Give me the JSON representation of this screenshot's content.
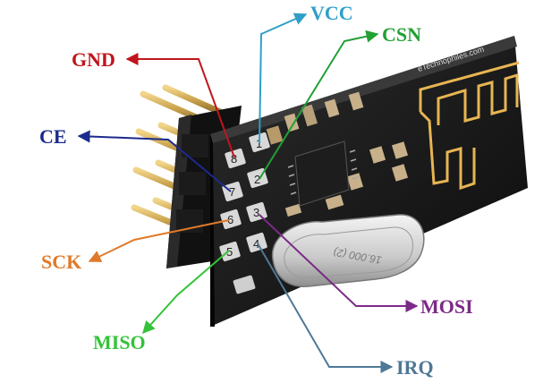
{
  "board": {
    "brand_text": "eTechnophiles.com",
    "crystal_text": "16.000 (2)"
  },
  "pins": [
    {
      "id": "gnd",
      "label": "GND",
      "number": "8",
      "color": "#c0151b"
    },
    {
      "id": "vcc",
      "label": "VCC",
      "number": "1",
      "color": "#2f9fc8"
    },
    {
      "id": "csn",
      "label": "CSN",
      "number": "2",
      "color": "#22a034"
    },
    {
      "id": "ce",
      "label": "CE",
      "number": "7",
      "color": "#1c2a8c"
    },
    {
      "id": "sck",
      "label": "SCK",
      "number": "6",
      "color": "#e07a2a"
    },
    {
      "id": "mosi",
      "label": "MOSI",
      "number": "3",
      "color": "#7b2a87"
    },
    {
      "id": "miso",
      "label": "MISO",
      "number": "5",
      "color": "#35c23a"
    },
    {
      "id": "irq",
      "label": "IRQ",
      "number": "4",
      "color": "#4e7896"
    }
  ]
}
